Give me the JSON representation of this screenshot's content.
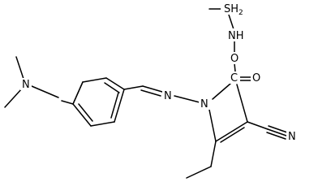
{
  "molecule": {
    "atoms": {
      "sulfur": "SH",
      "sulfur_h_count": "2",
      "amine_nh": "NH",
      "ether_o": "O",
      "ring_c": "C",
      "carbonyl_o": "O",
      "ring_n": "N",
      "imine_n": "N",
      "dimethylamino_n": "N",
      "nitrile_n": "N"
    }
  }
}
